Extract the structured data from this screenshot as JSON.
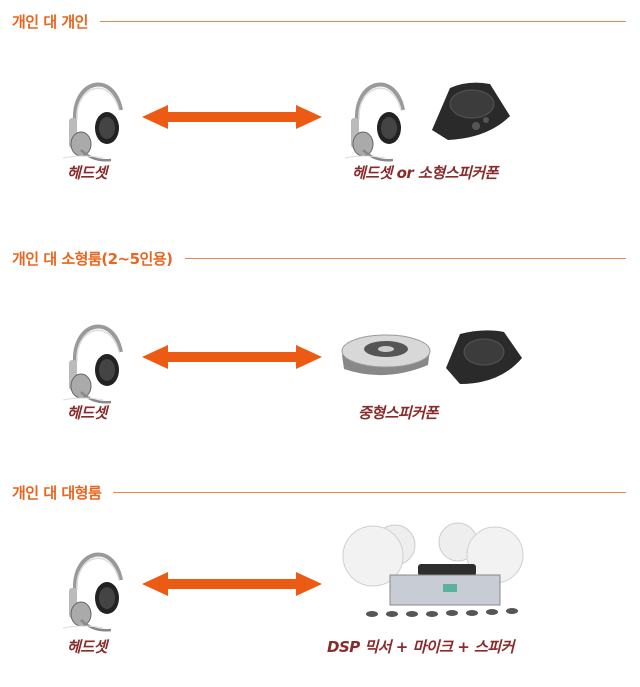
{
  "sections": [
    {
      "title": "개인 대 개인",
      "left_label": "헤드셋",
      "right_label": "헤드셋 or 소형스피커폰"
    },
    {
      "title": "개인 대 소형룸(2~5인용)",
      "left_label": "헤드셋",
      "right_label": "중형스피커폰"
    },
    {
      "title": "개인 대 대형룸",
      "left_label": "헤드셋",
      "right_label": "DSP 믹서 + 마이크 + 스피커"
    }
  ],
  "colors": {
    "heading": "#e8661f",
    "label": "#8a2b2b",
    "arrow": "#ec5a14"
  }
}
